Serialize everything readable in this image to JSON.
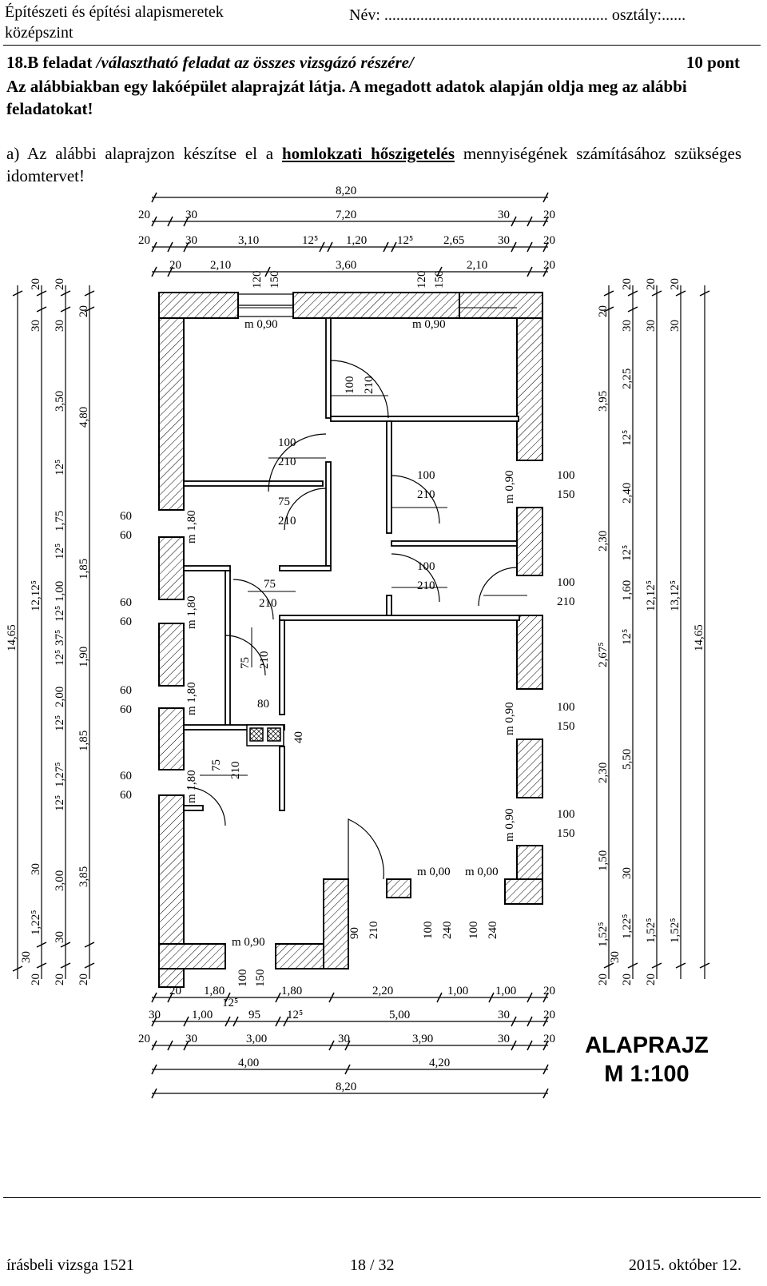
{
  "header": {
    "subject_line1": "Építészeti és építési alapismeretek",
    "subject_line2": "középszint",
    "name_field": "Név: ........................................................ osztály:......"
  },
  "task": {
    "title_prefix": "18.B feladat ",
    "title_italic": "/választható feladat az összes vizsgázó részére/",
    "points": "10 pont",
    "intro": "Az alábbiakban egy lakóépület alaprajzát látja. A megadott adatok alapján oldja meg az alábbi feladatokat!",
    "a_prefix": "a) Az alábbi alaprajzon készítse el a ",
    "a_emph": "homlokzati hőszigetelés",
    "a_suffix": " mennyiségének számításához szükséges idomtervet!"
  },
  "plan": {
    "title_line1": "ALAPRAJZ",
    "title_line2": "M 1:100",
    "top_dims": {
      "row1": [
        "8,20"
      ],
      "row2": [
        "20",
        "30",
        "7,20",
        "30",
        "20"
      ],
      "row3": [
        "20",
        "30",
        "3,10",
        "12⁵",
        "1,20",
        "12⁵",
        "2,65",
        "30",
        "20"
      ],
      "row4": [
        "20",
        "2,10",
        "3,60",
        "2,10",
        "20"
      ]
    },
    "bottom_dims": {
      "row1": [
        "20",
        "1,80",
        "1,80",
        "2,20",
        "1,00",
        "1,00",
        "20"
      ],
      "row2": [
        "30",
        "1,00",
        "12⁵",
        "95",
        "12⁵",
        "5,00",
        "30",
        "20"
      ],
      "row3": [
        "20",
        "30",
        "3,00",
        "30",
        "3,90",
        "30",
        "20"
      ],
      "row4": [
        "4,00",
        "4,20"
      ],
      "row5": [
        "8,20"
      ]
    },
    "left_dims": {
      "col1": [
        "14,65",
        "30",
        "20"
      ],
      "col2": [
        "20",
        "30",
        "12,12⁵",
        "1,22⁵",
        "30",
        "20"
      ],
      "col3": [
        "20",
        "30",
        "3,50",
        "12⁵",
        "1,75",
        "12⁵",
        "1,00",
        "12⁵",
        "37⁵",
        "12⁵",
        "2,00",
        "12⁵",
        "1,27⁵",
        "12⁵",
        "3,00",
        "30",
        "20"
      ],
      "col4": [
        "20",
        "4,80",
        "1,85",
        "1,90",
        "1,85",
        "3,85",
        "20"
      ]
    },
    "right_dims": {
      "col1": [
        "20",
        "3,95",
        "2,30",
        "2,67⁵",
        "2,30",
        "1,50",
        "1,52⁵",
        "20"
      ],
      "col2": [
        "20",
        "30",
        "2,25",
        "12⁵",
        "2,40",
        "12⁵",
        "1,60",
        "12⁵",
        "5,50",
        "30",
        "1,22⁵",
        "30",
        "20"
      ],
      "col3": [
        "20",
        "30",
        "12,12⁵",
        "1,52⁵",
        "20"
      ],
      "col4": [
        "20",
        "30",
        "13,12⁵",
        "1,52⁵"
      ],
      "col5": [
        "14,65"
      ]
    },
    "labels": {
      "win_top_left_h": [
        "120",
        "150"
      ],
      "win_top_left_m": "m 0,90",
      "win_top_right_h": [
        "120",
        "150"
      ],
      "win_top_right_m": "m 0,90",
      "door_top_center": [
        "100",
        "210"
      ],
      "door_hall": [
        "100",
        "210"
      ],
      "door_small1": [
        "75",
        "210"
      ],
      "door_right1": [
        "100",
        "210"
      ],
      "door_right2": [
        "100",
        "210"
      ],
      "door_small2": [
        "75",
        "210"
      ],
      "door_small3": [
        "75",
        "210"
      ],
      "door_small4": [
        "75",
        "210"
      ],
      "chimney": "80",
      "chimney_depth": "40",
      "left_win": [
        {
          "a": "60",
          "b": "60",
          "m": "m 1,80"
        },
        {
          "a": "60",
          "b": "60",
          "m": "m 1,80"
        },
        {
          "a": "60",
          "b": "60",
          "m": "m 1,80"
        },
        {
          "a": "60",
          "b": "60",
          "m": "m 1,80"
        }
      ],
      "right_win": [
        {
          "a": "100",
          "b": "150",
          "m": "m 0,90"
        },
        {
          "a": "100",
          "b": "210"
        },
        {
          "a": "100",
          "b": "150",
          "m": "m 0,90"
        },
        {
          "a": "100",
          "b": "150",
          "m": "m 0,90"
        }
      ],
      "bottom_win": {
        "m": "m 0,90",
        "h": [
          "100",
          "150"
        ]
      },
      "entrance_door": [
        "90",
        "210"
      ],
      "terrace_m1": "m 0,00",
      "terrace_m2": "m 0,00",
      "terrace_door1": [
        "100",
        "240"
      ],
      "terrace_door2": [
        "100",
        "240"
      ]
    }
  },
  "footer": {
    "exam": "írásbeli vizsga 1521",
    "page": "18 / 32",
    "date": "2015. október 12."
  }
}
